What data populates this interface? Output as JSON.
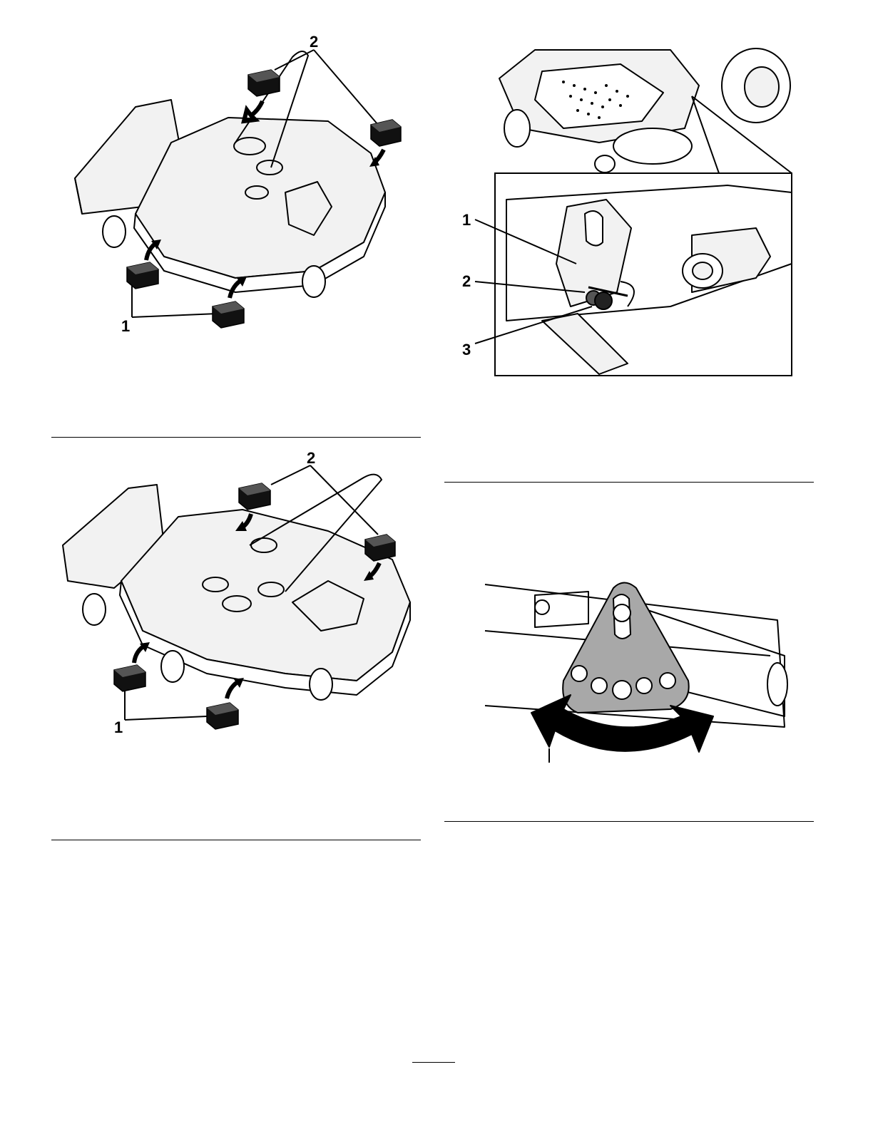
{
  "figures": {
    "deck_small": {
      "callouts": [
        "1",
        "2"
      ]
    },
    "deck_large": {
      "callouts": [
        "1",
        "2"
      ]
    },
    "height_bracket": {
      "callouts": [
        "1",
        "2",
        "3"
      ]
    },
    "bracket_rotation": {
      "callouts": []
    }
  },
  "colors": {
    "ink": "#000000",
    "fill_light": "#f2f2f2",
    "fill_gray": "#a8a8a8",
    "paper": "#ffffff"
  },
  "icons": [
    "wood-block-icon",
    "curved-arrow-icon",
    "rotation-arrow-icon"
  ]
}
